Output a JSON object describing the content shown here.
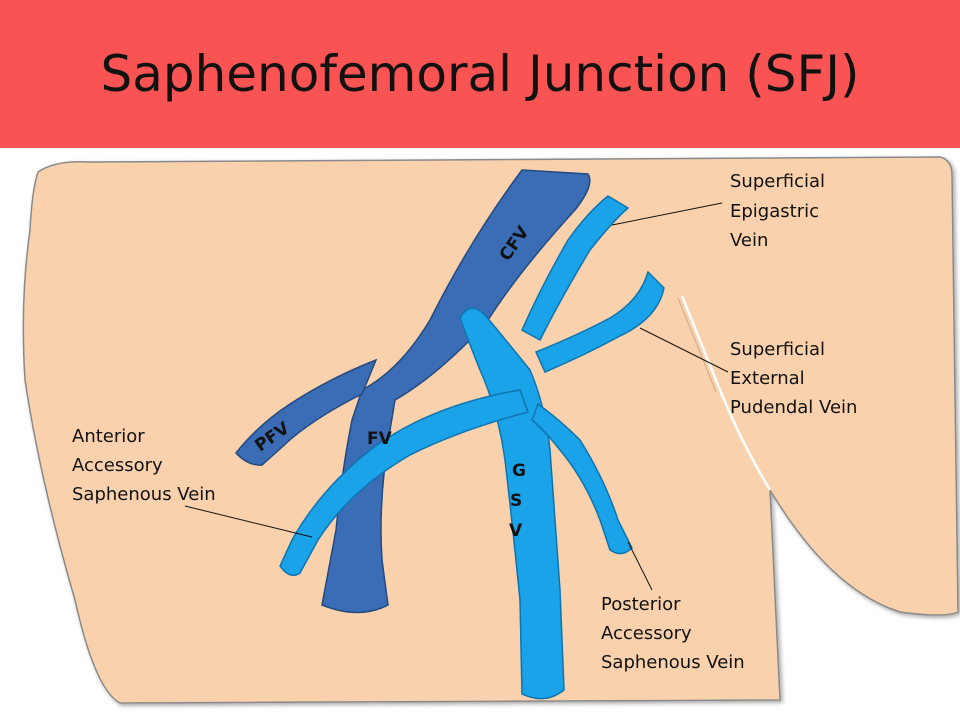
{
  "title": "Saphenofemoral Junction (SFJ)",
  "colors": {
    "header": "#f95354",
    "skin": "#fad1ad",
    "deep_vein": "#3a6db5",
    "superficial_vein": "#1aa3e8"
  },
  "vessel_labels": {
    "cfv": "CFV",
    "pfv": "PFV",
    "fv": "FV",
    "gsv_g": "G",
    "gsv_s": "S",
    "gsv_v": "V"
  },
  "callouts": {
    "superficial_epigastric": [
      "Superficial",
      "Epigastric",
      "Vein"
    ],
    "superficial_external_pudendal": [
      "Superficial",
      "External",
      "Pudendal Vein"
    ],
    "anterior_accessory": [
      "Anterior",
      "Accessory",
      "Saphenous Vein"
    ],
    "posterior_accessory": [
      "Posterior",
      "Accessory",
      "Saphenous Vein"
    ]
  }
}
